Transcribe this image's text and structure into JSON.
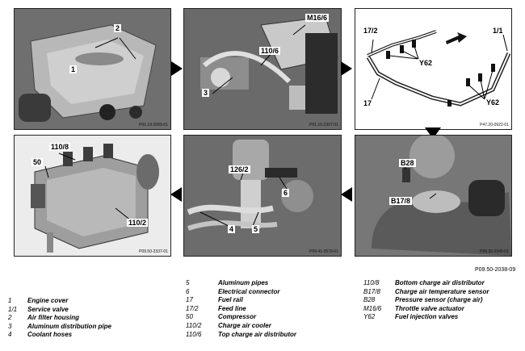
{
  "panels": [
    {
      "code": "P01.19-2069-01",
      "callouts": [
        "2",
        "1"
      ]
    },
    {
      "code": "P01.10-2307-01",
      "callouts": [
        "M16/6",
        "110/6",
        "3"
      ]
    },
    {
      "code": "P47.20-0922-01",
      "callouts": [
        "17/2",
        "1/1",
        "Y62",
        "17",
        "Y62"
      ]
    },
    {
      "code": "P09.50-2337-01",
      "callouts": [
        "110/8",
        "50",
        "110/2"
      ]
    },
    {
      "code": "P09.41-0579-01",
      "callouts": [
        "126/2",
        "6",
        "4",
        "5"
      ]
    },
    {
      "code": "P09.30-2346-01",
      "callouts": [
        "B28",
        "B17/8"
      ]
    }
  ],
  "doc_ref": "P09.50-2038-09",
  "legend": {
    "col1": [
      {
        "num": "1",
        "text": "Engine cover"
      },
      {
        "num": "1/1",
        "text": "Service valve"
      },
      {
        "num": "2",
        "text": "Air filter housing"
      },
      {
        "num": "3",
        "text": "Aluminum distribution pipe"
      },
      {
        "num": "4",
        "text": "Coolant hoses"
      }
    ],
    "col2": [
      {
        "num": "5",
        "text": "Aluminum pipes"
      },
      {
        "num": "6",
        "text": "Electrical connector"
      },
      {
        "num": "17",
        "text": "Fuel rail"
      },
      {
        "num": "17/2",
        "text": "Feed line"
      },
      {
        "num": "50",
        "text": "Compressor"
      },
      {
        "num": "110/2",
        "text": "Charge air cooler"
      },
      {
        "num": "110/6",
        "text": "Top charge air distributor"
      }
    ],
    "col3": [
      {
        "num": "110/8",
        "text": "Bottom charge air distributor"
      },
      {
        "num": "B17/8",
        "text": "Charge air temperature sensor"
      },
      {
        "num": "B28",
        "text": "Pressure sensor (charge air)"
      },
      {
        "num": "M16/6",
        "text": "Throttle valve actuator"
      },
      {
        "num": "Y62",
        "text": "Fuel injection valves"
      }
    ]
  }
}
